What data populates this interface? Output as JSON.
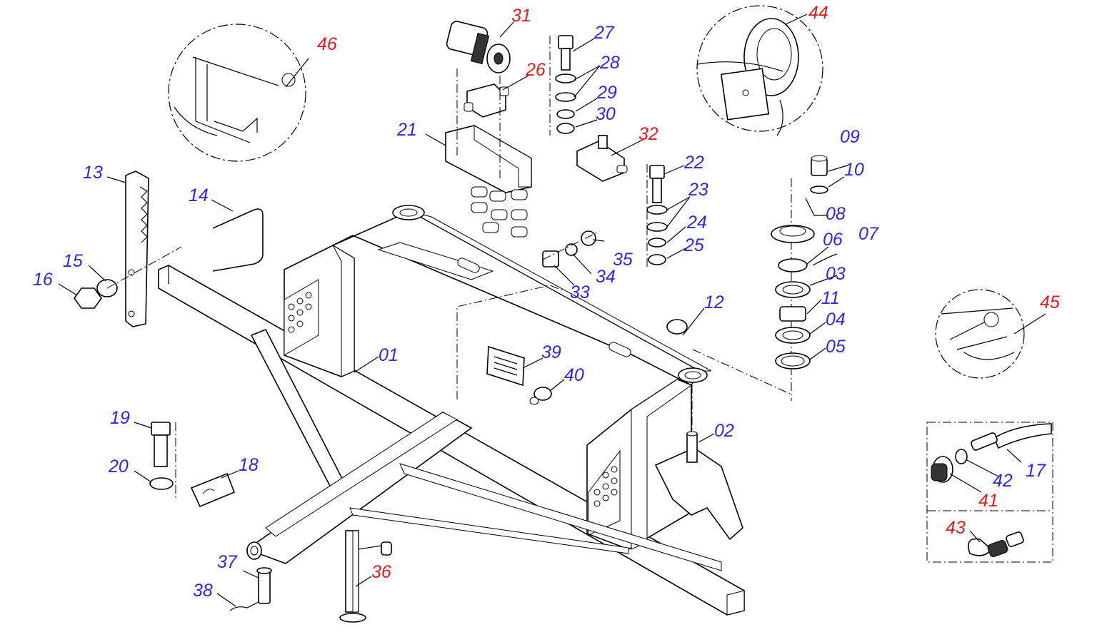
{
  "diagram": {
    "labels": [
      {
        "id": "01",
        "text": "01",
        "color": "blue"
      },
      {
        "id": "02",
        "text": "02",
        "color": "blue"
      },
      {
        "id": "03",
        "text": "03",
        "color": "blue"
      },
      {
        "id": "04",
        "text": "04",
        "color": "blue"
      },
      {
        "id": "05",
        "text": "05",
        "color": "blue"
      },
      {
        "id": "06",
        "text": "06",
        "color": "blue"
      },
      {
        "id": "07",
        "text": "07",
        "color": "blue"
      },
      {
        "id": "08",
        "text": "08",
        "color": "blue"
      },
      {
        "id": "09",
        "text": "09",
        "color": "blue"
      },
      {
        "id": "10",
        "text": "10",
        "color": "blue"
      },
      {
        "id": "11",
        "text": "11",
        "color": "blue"
      },
      {
        "id": "12",
        "text": "12",
        "color": "blue"
      },
      {
        "id": "13",
        "text": "13",
        "color": "blue"
      },
      {
        "id": "14",
        "text": "14",
        "color": "blue"
      },
      {
        "id": "15",
        "text": "15",
        "color": "blue"
      },
      {
        "id": "16",
        "text": "16",
        "color": "blue"
      },
      {
        "id": "17",
        "text": "17",
        "color": "blue"
      },
      {
        "id": "18",
        "text": "18",
        "color": "blue"
      },
      {
        "id": "19",
        "text": "19",
        "color": "blue"
      },
      {
        "id": "20",
        "text": "20",
        "color": "blue"
      },
      {
        "id": "21",
        "text": "21",
        "color": "blue"
      },
      {
        "id": "22",
        "text": "22",
        "color": "blue"
      },
      {
        "id": "23",
        "text": "23",
        "color": "blue"
      },
      {
        "id": "24",
        "text": "24",
        "color": "blue"
      },
      {
        "id": "25",
        "text": "25",
        "color": "blue"
      },
      {
        "id": "26",
        "text": "26",
        "color": "red"
      },
      {
        "id": "27",
        "text": "27",
        "color": "blue"
      },
      {
        "id": "28",
        "text": "28",
        "color": "blue"
      },
      {
        "id": "29",
        "text": "29",
        "color": "blue"
      },
      {
        "id": "30",
        "text": "30",
        "color": "blue"
      },
      {
        "id": "31",
        "text": "31",
        "color": "red"
      },
      {
        "id": "32",
        "text": "32",
        "color": "red"
      },
      {
        "id": "33",
        "text": "33",
        "color": "blue"
      },
      {
        "id": "34",
        "text": "34",
        "color": "blue"
      },
      {
        "id": "35",
        "text": "35",
        "color": "blue"
      },
      {
        "id": "36",
        "text": "36",
        "color": "red"
      },
      {
        "id": "37",
        "text": "37",
        "color": "blue"
      },
      {
        "id": "38",
        "text": "38",
        "color": "blue"
      },
      {
        "id": "39",
        "text": "39",
        "color": "blue"
      },
      {
        "id": "40",
        "text": "40",
        "color": "blue"
      },
      {
        "id": "41",
        "text": "41",
        "color": "red"
      },
      {
        "id": "42",
        "text": "42",
        "color": "blue"
      },
      {
        "id": "43",
        "text": "43",
        "color": "red"
      },
      {
        "id": "44",
        "text": "44",
        "color": "red"
      },
      {
        "id": "45",
        "text": "45",
        "color": "red"
      },
      {
        "id": "46",
        "text": "46",
        "color": "red"
      }
    ]
  },
  "colors": {
    "blue": "#2b2bd6",
    "red": "#e01e1e",
    "line": "#000000"
  }
}
